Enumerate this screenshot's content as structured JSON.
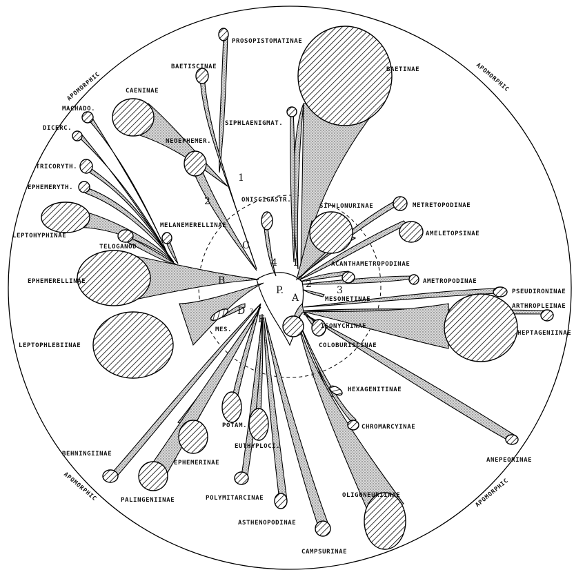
{
  "outer_labels": {
    "apomorphic_top_left": "APOMORPHIC",
    "apomorphic_top_right": "APOMORPHIC",
    "apomorphic_bottom_left": "APOMORPHIC",
    "apomorphic_bottom_right": "APOMORPHIC"
  },
  "taxa": {
    "prosopistomatinae": "PROSOPISTOMATINAE",
    "baetiscinae": "BAETISCINAE",
    "baetinae": "BAETINAE",
    "caeninae": "CAENINAE",
    "machado": "MACHADO.",
    "dicerc": "DICERC.",
    "tricoryth": "TRICORYTH.",
    "ephemeryth": "EPHEMERYTH.",
    "neoephemer": "NEOEPHEMER.",
    "siphlaenigmat": "SIPHLAENIGMAT.",
    "oniscigastr": "ONISCIGASTR.",
    "siphlonurinae": "SIPHLONURINAE",
    "metretopodinae": "METRETOPODINAE",
    "ameletopsinae": "AMELETOPSINAE",
    "leptohyphinae": "LEPTOHYPHINAE",
    "teloganod": "TELOGANOD.",
    "melanemerellinae": "MELANEMERELLINAE",
    "acanthametropodinae": "ACANTHAMETROPODINAE",
    "ametropodinae": "AMETROPODINAE",
    "ephemerellinae": "EPHEMERELLINAE",
    "pseudironinae": "PSEUDIRONINAE",
    "mesonetinae": "MESONETINAE",
    "arthropleinae": "ARTHROPLEINAE",
    "heptageniinae": "HEPTAGENIINAE",
    "isonychinae": "ISONYCHINAE",
    "leptophlebiinae": "LEPTOPHLEBIINAE",
    "coloburiscinae": "COLOBURISCINAE",
    "mes": "MES.",
    "hexagenitinae": "HEXAGENITINAE",
    "potam": "POTAM.",
    "euthyplocl": "EUTHYPLOCI.",
    "chromarcyinae": "CHROMARCYINAE",
    "behningiinae": "BEHNINGIINAE",
    "ephemerinae": "EPHEMERINAE",
    "anepeorinae": "ANEPEORINAE",
    "polymitarcinae": "POLYMITARCINAE",
    "oligoneuriinae": "OLIGONEURIINAE",
    "palingeniinae": "PALINGENIINAE",
    "asthenopodinae": "ASTHENOPODINAE",
    "campsurinae": "CAMPSURINAE"
  },
  "nodes": {
    "a": "A",
    "b": "B",
    "c": "C",
    "d": "D",
    "e": "E",
    "p": "P.",
    "n1_top": "1",
    "n2_left": "2",
    "n4": "4",
    "n1_right": "1",
    "n2_right": "2",
    "n3": "3",
    "q1": "?",
    "q2": "?",
    "q3": "?"
  }
}
